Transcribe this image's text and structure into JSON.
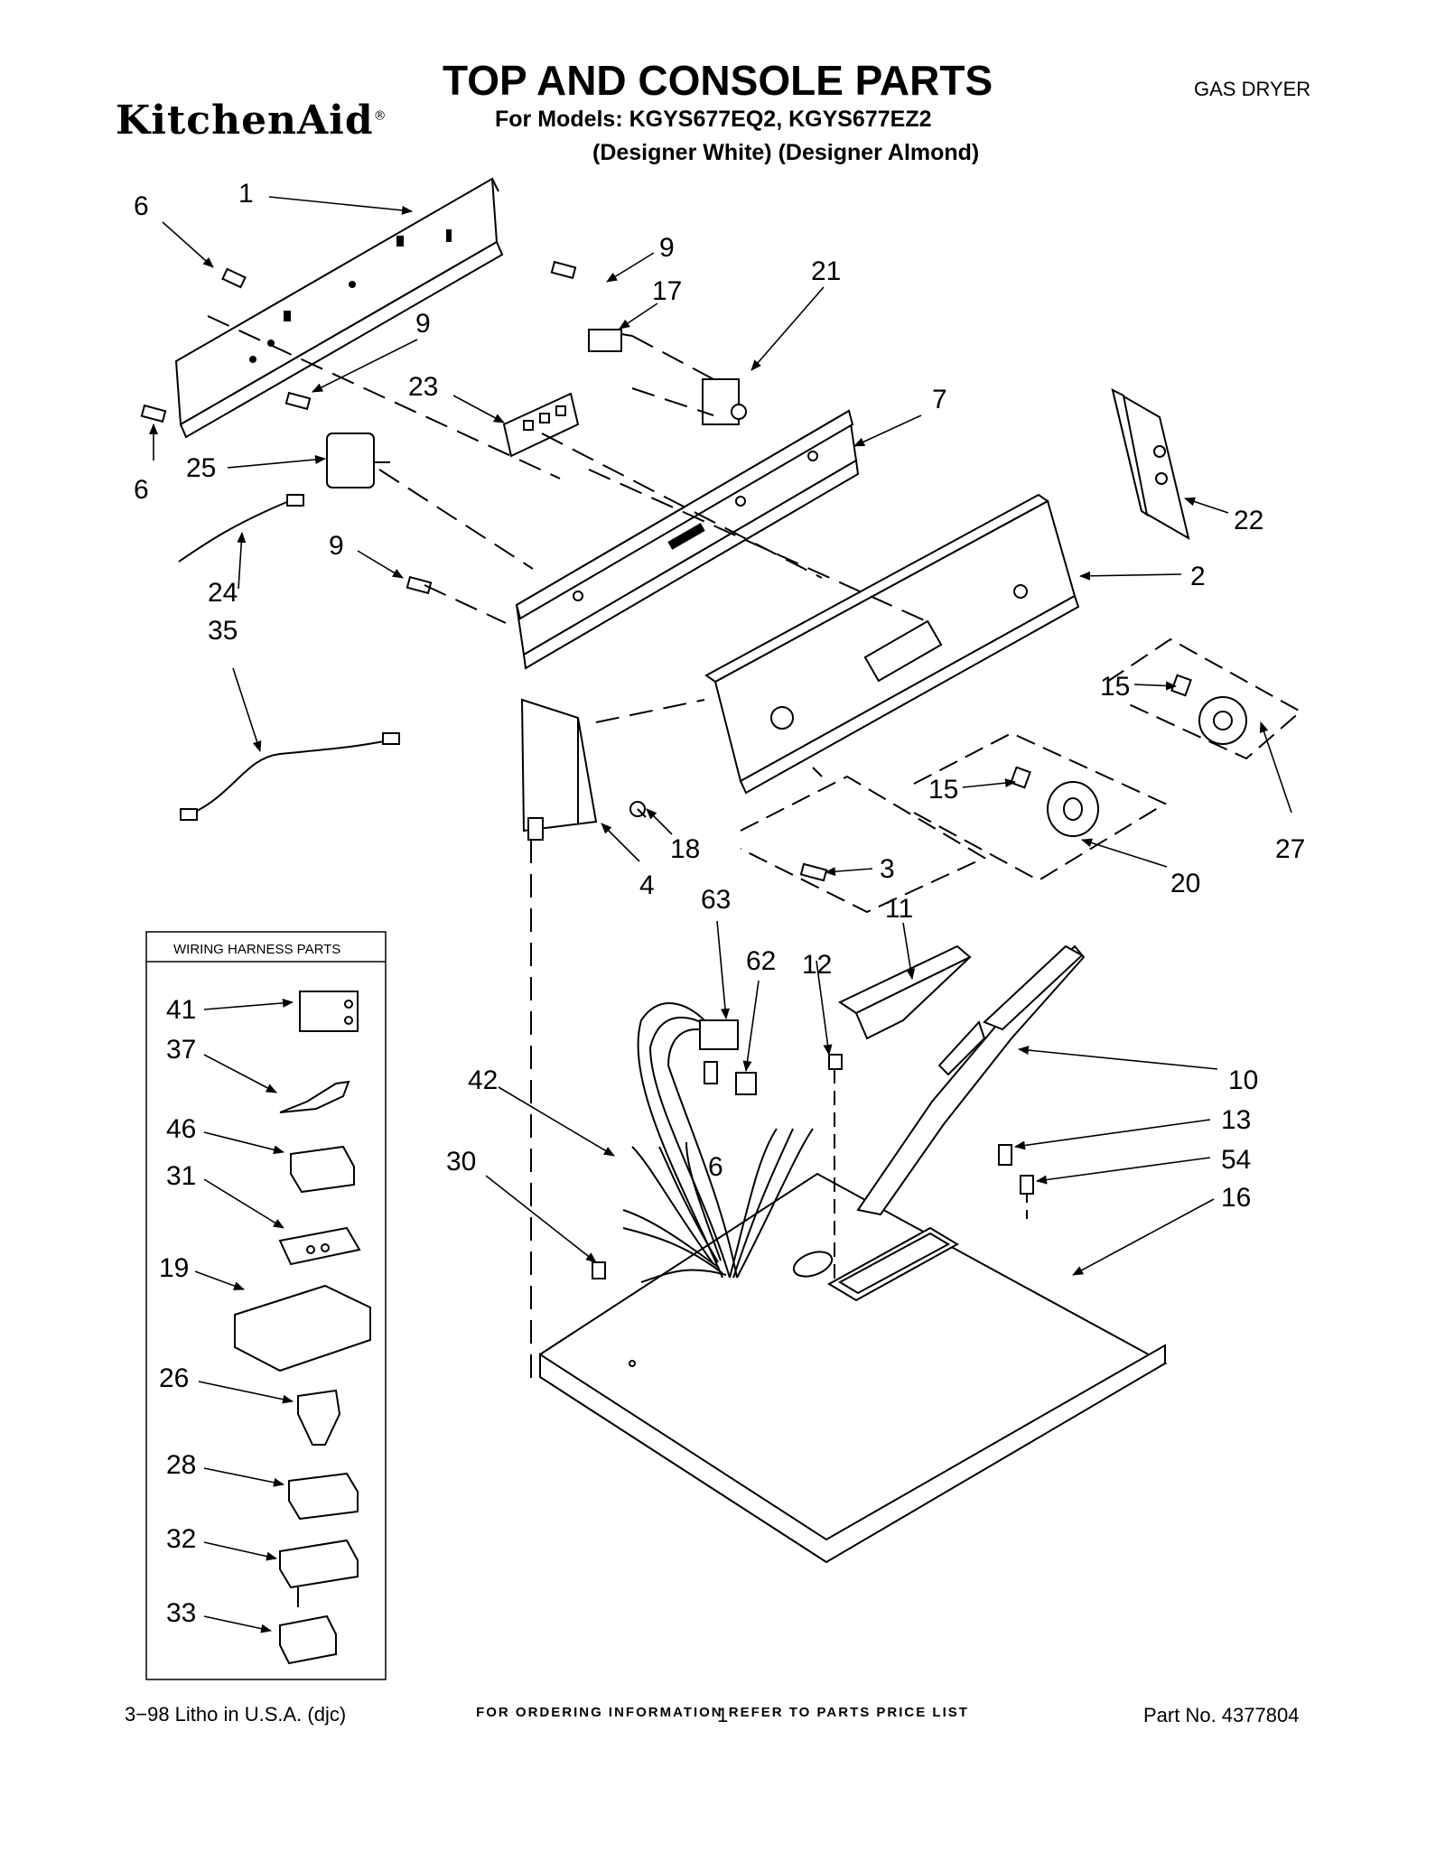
{
  "header": {
    "title": "TOP AND CONSOLE PARTS",
    "doc_type": "GAS DRYER",
    "brand": "KitchenAid",
    "models": "For Models: KGYS677EQ2, KGYS677EZ2",
    "colors": "(Designer White) (Designer Almond)"
  },
  "diagram": {
    "callouts": [
      {
        "id": "c1",
        "text": "1"
      },
      {
        "id": "c6a",
        "text": "6"
      },
      {
        "id": "c6b",
        "text": "6"
      },
      {
        "id": "c9a",
        "text": "9"
      },
      {
        "id": "c9b",
        "text": "9"
      },
      {
        "id": "c9c",
        "text": "9"
      },
      {
        "id": "c17",
        "text": "17"
      },
      {
        "id": "c21",
        "text": "21"
      },
      {
        "id": "c23",
        "text": "23"
      },
      {
        "id": "c7",
        "text": "7"
      },
      {
        "id": "c25",
        "text": "25"
      },
      {
        "id": "c22",
        "text": "22"
      },
      {
        "id": "c2",
        "text": "2"
      },
      {
        "id": "c24",
        "text": "24"
      },
      {
        "id": "c35",
        "text": "35"
      },
      {
        "id": "c15a",
        "text": "15"
      },
      {
        "id": "c15b",
        "text": "15"
      },
      {
        "id": "c27",
        "text": "27"
      },
      {
        "id": "c18",
        "text": "18"
      },
      {
        "id": "c4",
        "text": "4"
      },
      {
        "id": "c3",
        "text": "3"
      },
      {
        "id": "c20",
        "text": "20"
      },
      {
        "id": "c63",
        "text": "63"
      },
      {
        "id": "c11",
        "text": "11"
      },
      {
        "id": "c62",
        "text": "62"
      },
      {
        "id": "c12",
        "text": "12"
      },
      {
        "id": "c42",
        "text": "42"
      },
      {
        "id": "c10",
        "text": "10"
      },
      {
        "id": "c13",
        "text": "13"
      },
      {
        "id": "c54",
        "text": "54"
      },
      {
        "id": "c30",
        "text": "30"
      },
      {
        "id": "c6c",
        "text": "6"
      },
      {
        "id": "c16",
        "text": "16"
      }
    ],
    "harness_box": {
      "title": "WIRING HARNESS PARTS",
      "callouts": [
        {
          "id": "h41",
          "text": "41"
        },
        {
          "id": "h37",
          "text": "37"
        },
        {
          "id": "h46",
          "text": "46"
        },
        {
          "id": "h31",
          "text": "31"
        },
        {
          "id": "h19",
          "text": "19"
        },
        {
          "id": "h26",
          "text": "26"
        },
        {
          "id": "h28",
          "text": "28"
        },
        {
          "id": "h32",
          "text": "32"
        },
        {
          "id": "h33",
          "text": "33"
        }
      ]
    }
  },
  "footer": {
    "note": "FOR ORDERING INFORMATION REFER TO PARTS PRICE LIST",
    "litho": "3−98 Litho in U.S.A. (djc)",
    "page": "1",
    "part_no": "Part No. 4377804"
  }
}
